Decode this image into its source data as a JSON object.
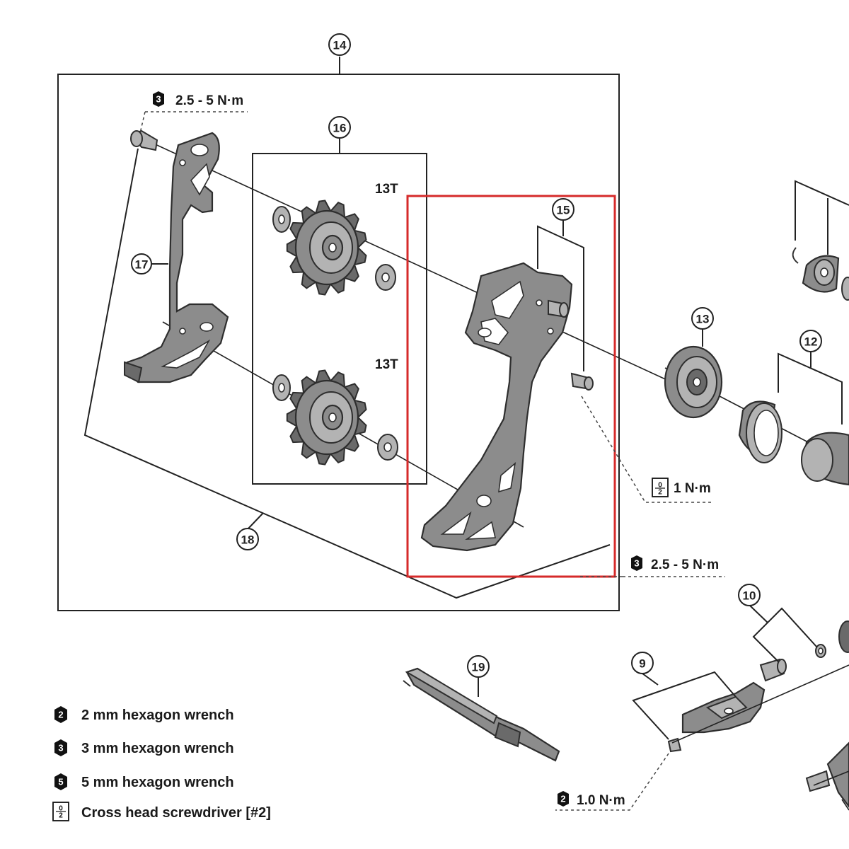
{
  "callouts": {
    "c9": "9",
    "c10": "10",
    "c12": "12",
    "c13": "13",
    "c14": "14",
    "c15": "15",
    "c16": "16",
    "c17": "17",
    "c18": "18",
    "c19": "19"
  },
  "pulley_labels": {
    "upper": "13T",
    "lower": "13T"
  },
  "torque_specs": {
    "guide_bolt": {
      "tool": "3",
      "value": "2.5 - 5 N·m"
    },
    "cage_plate_bolt": {
      "tool": "3",
      "value": "2.5 - 5 N·m"
    },
    "small_screw": {
      "value": "1 N·m"
    },
    "bottom_bolt": {
      "tool": "2",
      "value": "1.0 N·m"
    }
  },
  "legend": [
    {
      "symbol": "2",
      "text": "2 mm hexagon wrench"
    },
    {
      "symbol": "3",
      "text": "3 mm hexagon wrench"
    },
    {
      "symbol": "5",
      "text": "5 mm hexagon wrench"
    },
    {
      "symbol": "screwdriver",
      "text": "Cross head screwdriver [#2]"
    }
  ],
  "highlight": {
    "target_callout": "15",
    "color": "#d62a2a"
  }
}
